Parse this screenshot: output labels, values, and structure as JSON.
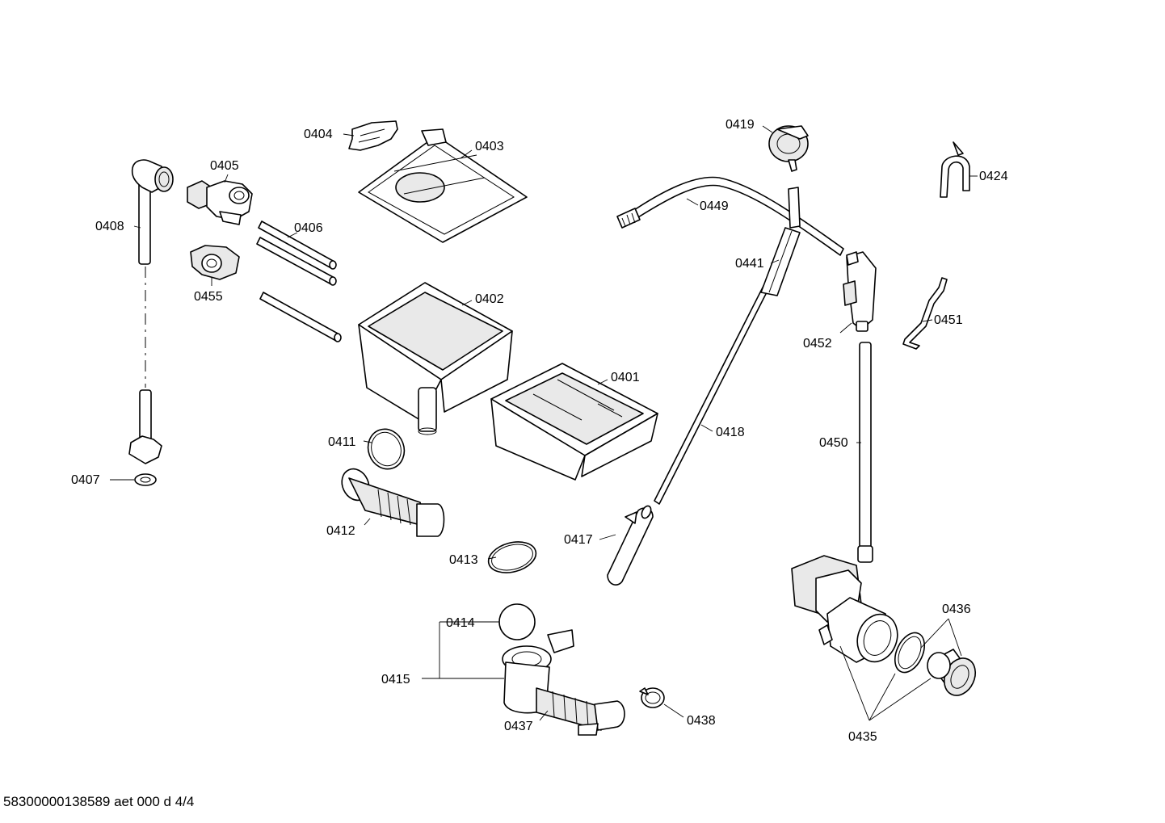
{
  "labels": {
    "p0401": "0401",
    "p0402": "0402",
    "p0403": "0403",
    "p0404": "0404",
    "p0405": "0405",
    "p0406": "0406",
    "p0407": "0407",
    "p0408": "0408",
    "p0411": "0411",
    "p0412": "0412",
    "p0413": "0413",
    "p0414": "0414",
    "p0415": "0415",
    "p0417": "0417",
    "p0418": "0418",
    "p0419": "0419",
    "p0424": "0424",
    "p0435": "0435",
    "p0436": "0436",
    "p0437": "0437",
    "p0438": "0438",
    "p0441": "0441",
    "p0449": "0449",
    "p0450": "0450",
    "p0451": "0451",
    "p0452": "0452",
    "p0455": "0455"
  },
  "footer": "58300000138589 aet 000 d 4/4"
}
